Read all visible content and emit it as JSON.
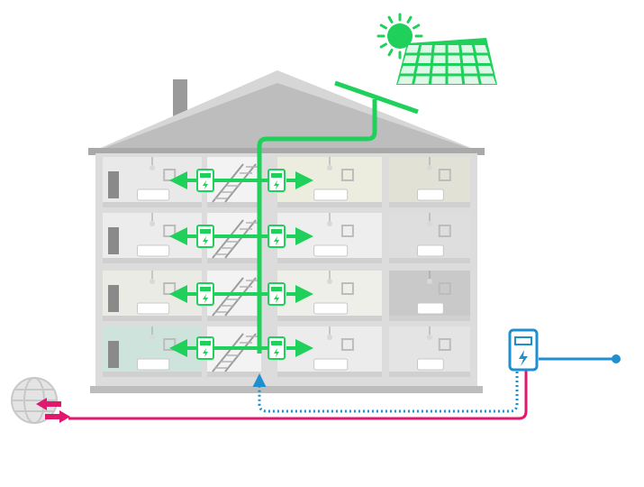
{
  "colors": {
    "solar_green": "#1fd05a",
    "grid_pink": "#e0196e",
    "meter_blue": "#1f8fd0",
    "house_grey": "#b8b8b8",
    "wall_light": "#f2f2f2"
  },
  "icons": {
    "sun": "sun-icon",
    "solar_panel": "solar-panel-icon",
    "apartment_meter": "energy-meter-icon",
    "grid_meter": "grid-meter-icon",
    "public_grid": "globe-grid-icon"
  },
  "house": {
    "floors": 4,
    "apartments_per_floor": 3,
    "staircase_column": 2
  }
}
